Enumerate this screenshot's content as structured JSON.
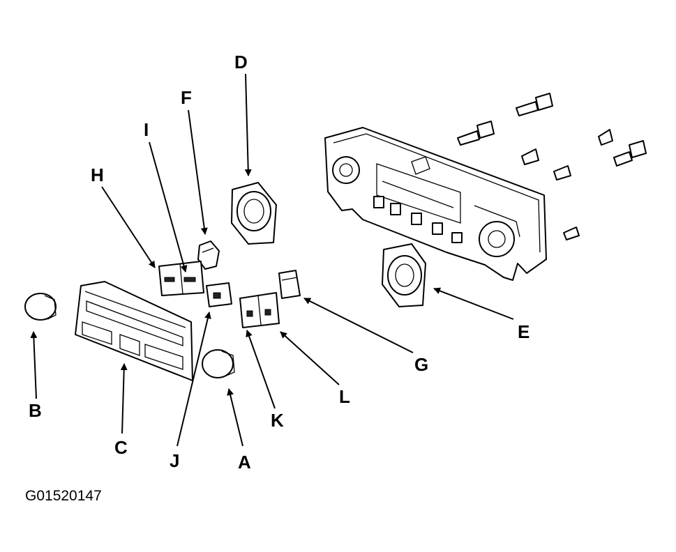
{
  "figure_id": "G01520147",
  "callouts": [
    {
      "id": "A",
      "text": "A"
    },
    {
      "id": "B",
      "text": "B"
    },
    {
      "id": "C",
      "text": "C"
    },
    {
      "id": "D",
      "text": "D"
    },
    {
      "id": "E",
      "text": "E"
    },
    {
      "id": "F",
      "text": "F"
    },
    {
      "id": "G",
      "text": "G"
    },
    {
      "id": "H",
      "text": "H"
    },
    {
      "id": "I",
      "text": "I"
    },
    {
      "id": "J",
      "text": "J"
    },
    {
      "id": "K",
      "text": "K"
    },
    {
      "id": "L",
      "text": "L"
    }
  ]
}
